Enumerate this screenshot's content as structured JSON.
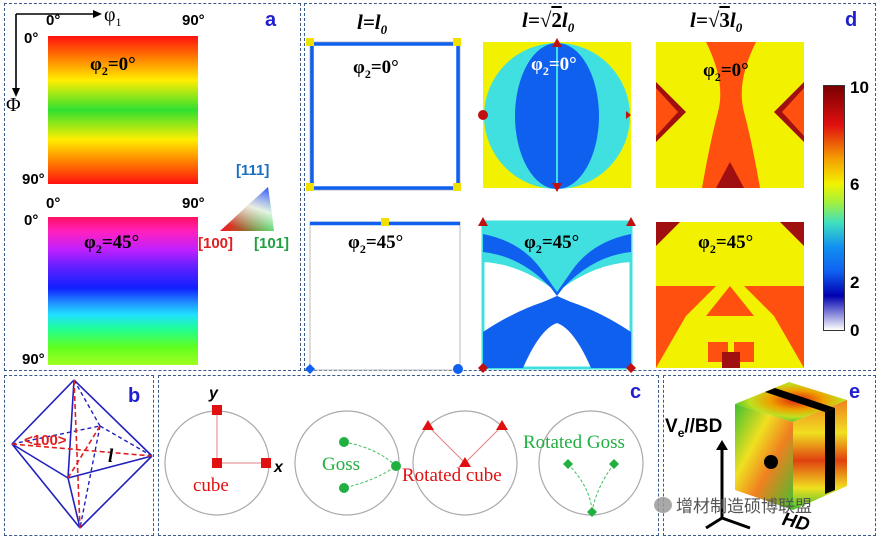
{
  "panel_a": {
    "label": "a",
    "axis_phi1": "φ",
    "axis_phi1_sub": "1",
    "axis_Phi": "Φ",
    "top_map": {
      "left_top": "0°",
      "top_right": "90°",
      "top_left": "0°",
      "bottom": "90°",
      "phi2_text": "φ",
      "phi2_sub": "2",
      "phi2_val": "=0°"
    },
    "bottom_map": {
      "top_left": "0°",
      "top_right": "90°",
      "top_left2": "0°",
      "bottom": "90°",
      "phi2_text": "φ",
      "phi2_sub": "2",
      "phi2_val": "=45°"
    },
    "ipf": {
      "label_111": "[111]",
      "label_100": "[100]",
      "label_101": "[101]",
      "color_111": "#1a6fc0",
      "color_100": "#e02020",
      "color_101": "#20a040"
    }
  },
  "panel_d": {
    "label": "d",
    "col1": "l=l",
    "col1_sub": "0",
    "col2": "l=",
    "col2_root": "2",
    "col2_end": "l",
    "col2_sub": "0",
    "col3": "l=",
    "col3_root": "3",
    "col3_end": "l",
    "col3_sub": "0",
    "row1_phi2": "=0°",
    "row2_phi2": "=45°",
    "phi2_symbol": "φ",
    "phi2_sub": "2",
    "colorbar": {
      "ticks": [
        "10",
        "6",
        "2",
        "0"
      ],
      "colors": [
        "#7a0000",
        "#e01010",
        "#f5a000",
        "#f2f200",
        "#40e0c0",
        "#1060f0",
        "#0000a0",
        "#ffffff"
      ]
    }
  },
  "panel_b": {
    "label": "b",
    "dir_label": "<100>",
    "l_label": "l"
  },
  "panel_c": {
    "label": "c",
    "y_label": "y",
    "x_label": "x",
    "cube": "cube",
    "goss": "Goss",
    "rot_cube": "Rotated cube",
    "rot_goss": "Rotated Goss",
    "color_cube": "#e02020",
    "color_goss": "#20b040"
  },
  "panel_e": {
    "label": "e",
    "ve_label": "V",
    "ve_sub": "e",
    "ve_end": "//BD",
    "hd_label": "HD"
  },
  "watermark": "增材制造硕博联盟"
}
